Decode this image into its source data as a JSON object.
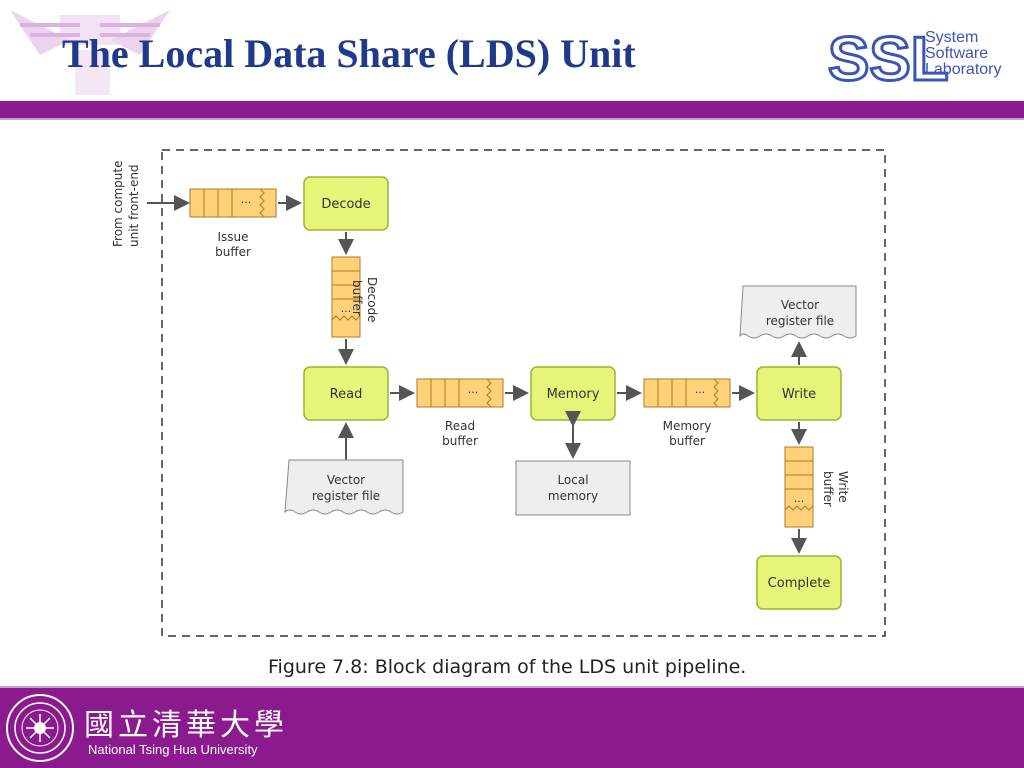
{
  "slide": {
    "title": "The Local Data Share (LDS) Unit",
    "logo": {
      "initials": "SSL",
      "line1": "System",
      "line2": "Software",
      "line3": "Laboratory"
    },
    "footer": {
      "university_zh": "國立清華大學",
      "university_en": "National Tsing Hua University"
    }
  },
  "diagram": {
    "input_label_1": "From compute",
    "input_label_2": "unit front-end",
    "stages": {
      "decode": "Decode",
      "read": "Read",
      "memory": "Memory",
      "write": "Write",
      "complete": "Complete"
    },
    "buffers": {
      "issue_1": "Issue",
      "issue_2": "buffer",
      "decode_1": "Decode",
      "decode_2": "buffer",
      "read_1": "Read",
      "read_2": "buffer",
      "memory_1": "Memory",
      "memory_2": "buffer",
      "write_1": "Write",
      "write_2": "buffer",
      "ellipsis": "···"
    },
    "resources": {
      "vrf_read_1": "Vector",
      "vrf_read_2": "register file",
      "local_mem_1": "Local",
      "local_mem_2": "memory",
      "vrf_write_1": "Vector",
      "vrf_write_2": "register file"
    },
    "caption": "Figure 7.8:  Block diagram of the LDS unit pipeline.",
    "colors": {
      "stage_fill": "#e6f57a",
      "stage_stroke": "#9bb52a",
      "buffer_fill": "#ffd27a",
      "buffer_stroke": "#b07a20",
      "resource_fill": "#eeeeee",
      "resource_stroke": "#888888",
      "title": "#1f3a8a",
      "bar": "#8b1a8e"
    }
  }
}
